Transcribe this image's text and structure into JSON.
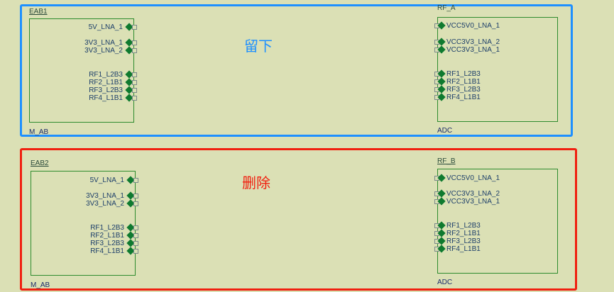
{
  "canvas": {
    "background": "#dbe0b5"
  },
  "groups": [
    {
      "id": "keep",
      "annotation": "留下",
      "annotation_color": "#1e90ff",
      "frame_color": "#1e90ff",
      "left_component": {
        "designator": "EAB1",
        "comment": "M_AB",
        "pins": [
          "5V_LNA_1",
          "3V3_LNA_1",
          "3V3_LNA_2",
          "RF1_L2B3",
          "RF2_L1B1",
          "RF3_L2B3",
          "RF4_L1B1"
        ]
      },
      "right_component": {
        "designator": "RF_A",
        "comment": "ADC",
        "pins": [
          "VCC5V0_LNA_1",
          "VCC3V3_LNA_2",
          "VCC3V3_LNA_1",
          "RF1_L2B3",
          "RF2_L1B1",
          "RF3_L2B3",
          "RF4_L1B1"
        ]
      }
    },
    {
      "id": "delete",
      "annotation": "删除",
      "annotation_color": "#f02010",
      "frame_color": "#f02010",
      "left_component": {
        "designator": "EAB2",
        "comment": "M_AB",
        "pins": [
          "5V_LNA_1",
          "3V3_LNA_1",
          "3V3_LNA_2",
          "RF1_L2B3",
          "RF2_L1B1",
          "RF3_L2B3",
          "RF4_L1B1"
        ]
      },
      "right_component": {
        "designator": "RF_B",
        "comment": "ADC",
        "pins": [
          "VCC5V0_LNA_1",
          "VCC3V3_LNA_2",
          "VCC3V3_LNA_1",
          "RF1_L2B3",
          "RF2_L1B1",
          "RF3_L2B3",
          "RF4_L1B1"
        ]
      }
    }
  ]
}
